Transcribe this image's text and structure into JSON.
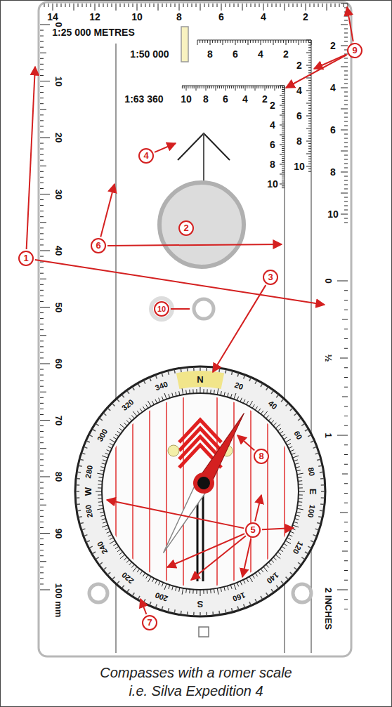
{
  "diagram": {
    "caption": "Compasses with a romer scale i.e. Silva Expedition 4",
    "labels": [
      "14",
      "12",
      "10",
      "8",
      "6",
      "4",
      "2",
      "1:25 000 METRES",
      "1:50 000",
      "8",
      "6",
      "4",
      "2",
      "1:63 360",
      "10",
      "8",
      "6",
      "4",
      "2",
      "2",
      "4",
      "6",
      "8",
      "10",
      "2",
      "4",
      "6",
      "8",
      "10",
      "2",
      "4",
      "6",
      "8",
      "10",
      "0",
      "10",
      "20",
      "30",
      "40",
      "50",
      "60",
      "70",
      "80",
      "90",
      "100 mm",
      "0",
      "½",
      "1",
      "2 INCHES",
      "N",
      "20",
      "40",
      "60",
      "80",
      "E",
      "100",
      "120",
      "140",
      "160",
      "S",
      "200",
      "220",
      "240",
      "260",
      "W",
      "280",
      "300",
      "320",
      "340",
      "1",
      "2",
      "3",
      "4",
      "5",
      "6",
      "7",
      "8",
      "9",
      "10"
    ]
  }
}
